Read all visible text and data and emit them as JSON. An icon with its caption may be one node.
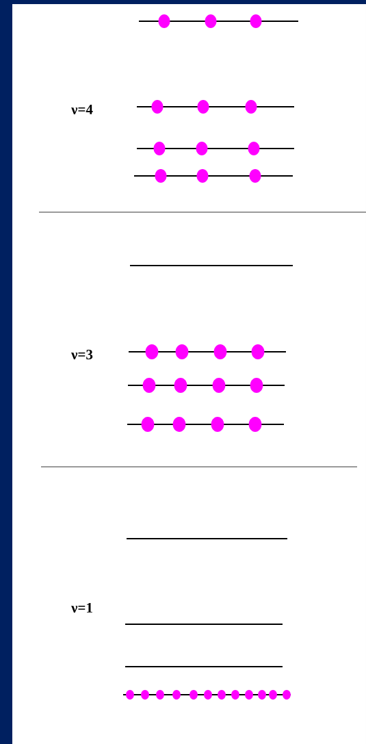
{
  "diagram": {
    "labels": [
      "ν=4",
      "ν=3",
      "ν=1"
    ]
  }
}
